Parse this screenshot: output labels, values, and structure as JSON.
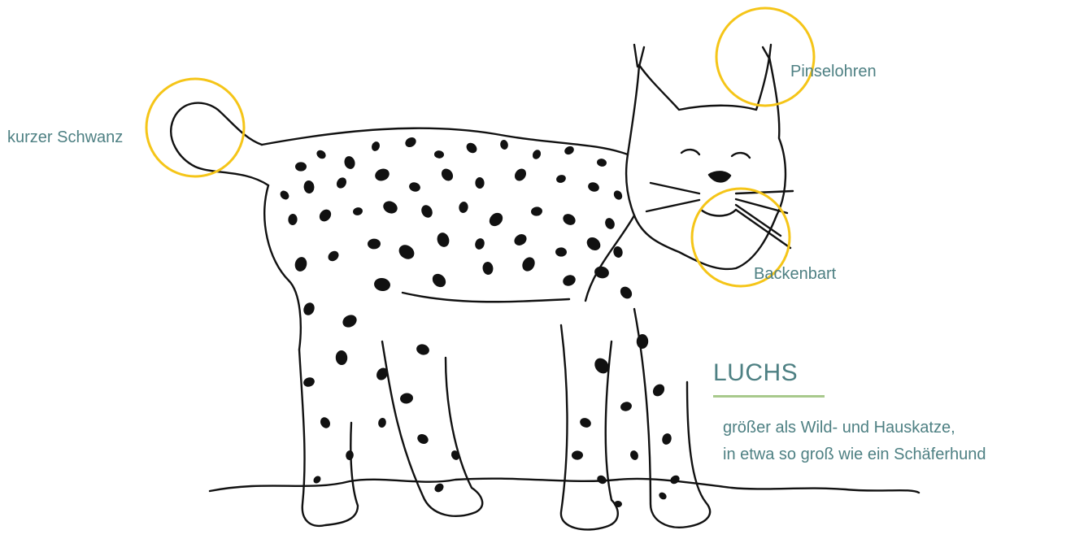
{
  "colors": {
    "highlight": "#f5c518",
    "text": "#4e8083",
    "rule": "#a8c98c",
    "ink": "#111111"
  },
  "figure": {
    "subject": "lynx-line-drawing"
  },
  "annotations": {
    "tail": "kurzer Schwanz",
    "ears": "Pinselohren",
    "beard": "Backenbart"
  },
  "info": {
    "title": "LUCHS",
    "line1": "größer als Wild- und Hauskatze,",
    "line2": "in etwa so groß wie ein Schäferhund"
  }
}
